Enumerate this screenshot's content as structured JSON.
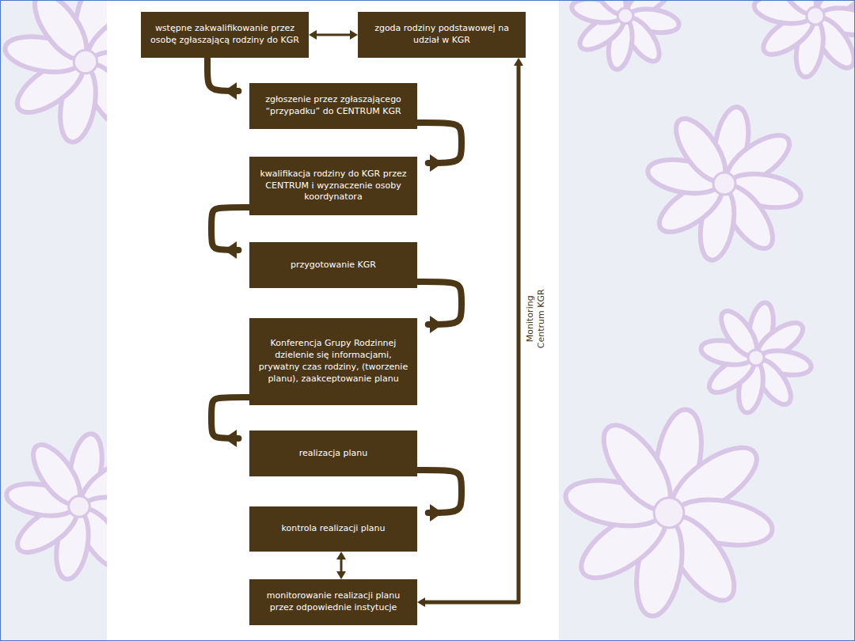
{
  "diagram": {
    "nodes": [
      {
        "text": [
          "wstępne zakwalifikowanie  przez osobę zgłaszającą rodziny do KGR"
        ]
      },
      {
        "text": [
          "zgoda rodziny podstawowej na udział w KGR"
        ]
      },
      {
        "text": [
          "zgłoszenie przez zgłaszającego “przypadku” do CENTRUM KGR"
        ]
      },
      {
        "text": [
          "kwalifikacja rodziny do KGR przez CENTRUM  i wyznaczenie osoby koordynatora"
        ]
      },
      {
        "text": [
          "przygotowanie KGR"
        ]
      },
      {
        "text": [
          "Konferencja Grupy Rodzinnej dzielenie się informacjami, prywatny czas rodziny, (tworzenie planu), zaakceptowanie planu"
        ]
      },
      {
        "text": [
          "realizacja planu"
        ]
      },
      {
        "text": [
          "kontrola realizacji planu"
        ]
      },
      {
        "text": [
          "monitorowanie realizacji planu przez odpowiednie instytucje"
        ]
      }
    ],
    "edges": [
      {
        "from": 0,
        "to": 1,
        "arrow": "both"
      },
      {
        "from": 0,
        "to": 2,
        "arrow": "to"
      },
      {
        "from": 2,
        "to": 3,
        "arrow": "to"
      },
      {
        "from": 3,
        "to": 4,
        "arrow": "to"
      },
      {
        "from": 4,
        "to": 5,
        "arrow": "to"
      },
      {
        "from": 5,
        "to": 6,
        "arrow": "to"
      },
      {
        "from": 6,
        "to": 7,
        "arrow": "to"
      },
      {
        "from": 7,
        "to": 8,
        "arrow": "both"
      },
      {
        "from": 8,
        "to": 1,
        "arrow": "both",
        "label": "Monitoring Centrum KGR"
      }
    ]
  }
}
